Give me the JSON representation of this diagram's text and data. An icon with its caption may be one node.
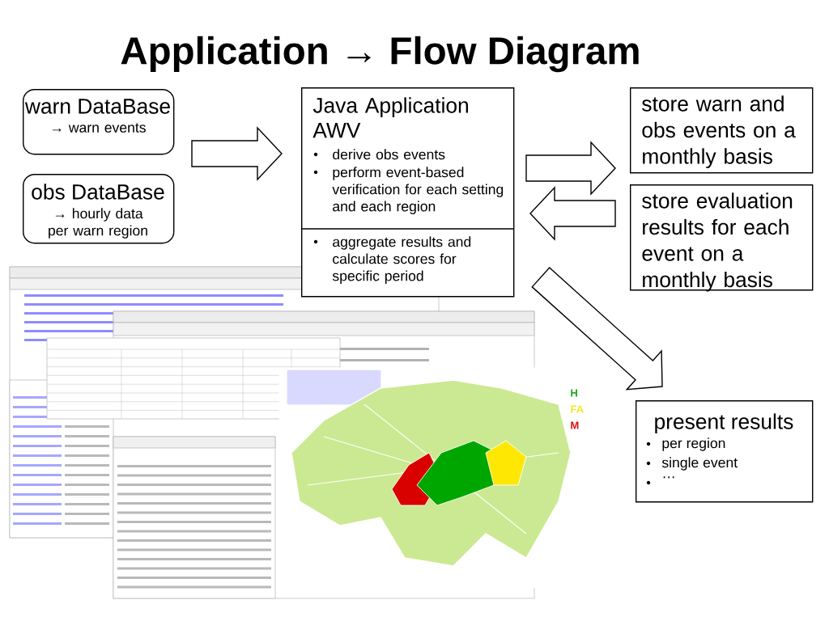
{
  "diagram": {
    "title": "Application → Flow Diagram",
    "nodes": [
      {
        "text": [
          "warn DataBase",
          "→ warn events"
        ]
      },
      {
        "text": [
          "obs DataBase",
          "→ hourly data per warn region"
        ]
      },
      {
        "text": [
          "Java Application AWV",
          "derive obs events",
          "perform event-based verification for each setting and each region",
          "aggregate results and calculate scores for specific period"
        ]
      },
      {
        "text": [
          "store warn and obs events on a monthly basis"
        ]
      },
      {
        "text": [
          "store evaluation results for each event on a monthly basis"
        ]
      },
      {
        "text": [
          "present results",
          "per region",
          "single event",
          "…"
        ]
      }
    ],
    "edges": [
      {
        "from": 0,
        "to": 2,
        "arrow": "to"
      },
      {
        "from": 1,
        "to": 2,
        "arrow": "to"
      },
      {
        "from": 2,
        "to": 3,
        "arrow": "to"
      },
      {
        "from": 4,
        "to": 2,
        "arrow": "to"
      },
      {
        "from": 2,
        "to": 5,
        "arrow": "to"
      }
    ],
    "legend": [
      {
        "text": "H",
        "color": "#22aa22"
      },
      {
        "text": "FA",
        "color": "#f5e52a"
      },
      {
        "text": "M",
        "color": "#dd1111"
      }
    ]
  }
}
